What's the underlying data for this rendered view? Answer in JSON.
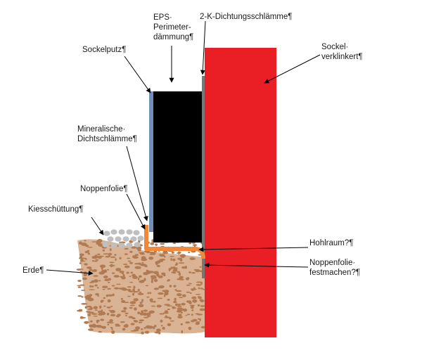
{
  "labels": {
    "eps": [
      "EPS·",
      "Perimeter-",
      "dämmung¶"
    ],
    "dichtungsschlaemme": "2-K-Dichtungsschlämme¶",
    "sockelputz": "Sockelputz¶",
    "sockel": [
      "Sockel·",
      "verklinkert¶"
    ],
    "mineralische": [
      "Mineralische·",
      "Dichtschlämme¶"
    ],
    "noppenfolie": "Noppenfolie¶",
    "kies": "Kiesschüttung¶",
    "erde": "Erde¶",
    "hohlraum": "Hohlraum?¶",
    "festmachen": [
      "Noppenfolie·",
      "festmachen?¶"
    ]
  },
  "colors": {
    "brick": "#ea1f25",
    "insulation": "#000000",
    "render": "#6f8fb7",
    "membrane": "#f08a3a",
    "soil": "#b07a52",
    "gravel": "#bfbfbf",
    "slurry": "#777777"
  }
}
